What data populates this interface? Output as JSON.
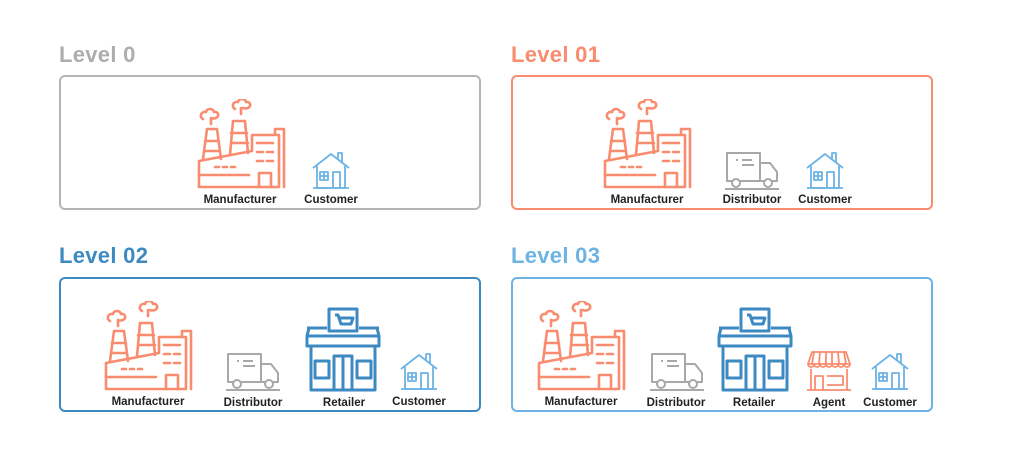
{
  "colors": {
    "gray": "#adadad",
    "salmon": "#f98c6e",
    "blue": "#3d8ac3",
    "lightblue": "#6db3e4",
    "truck": "#a8a8a8"
  },
  "levels": [
    {
      "title": "Level 0",
      "items": [
        {
          "icon": "factory-icon",
          "label": "Manufacturer"
        },
        {
          "icon": "house-icon",
          "label": "Customer"
        }
      ]
    },
    {
      "title": "Level 01",
      "items": [
        {
          "icon": "factory-icon",
          "label": "Manufacturer"
        },
        {
          "icon": "truck-icon",
          "label": "Distributor"
        },
        {
          "icon": "house-icon",
          "label": "Customer"
        }
      ]
    },
    {
      "title": "Level 02",
      "items": [
        {
          "icon": "factory-icon",
          "label": "Manufacturer"
        },
        {
          "icon": "truck-icon",
          "label": "Distributor"
        },
        {
          "icon": "store-cart-icon",
          "label": "Retailer"
        },
        {
          "icon": "house-icon",
          "label": "Customer"
        }
      ]
    },
    {
      "title": "Level 03",
      "items": [
        {
          "icon": "factory-icon",
          "label": "Manufacturer"
        },
        {
          "icon": "truck-icon",
          "label": "Distributor"
        },
        {
          "icon": "store-cart-icon",
          "label": "Retailer"
        },
        {
          "icon": "shop-awning-icon",
          "label": "Agent"
        },
        {
          "icon": "house-icon",
          "label": "Customer"
        }
      ]
    }
  ]
}
